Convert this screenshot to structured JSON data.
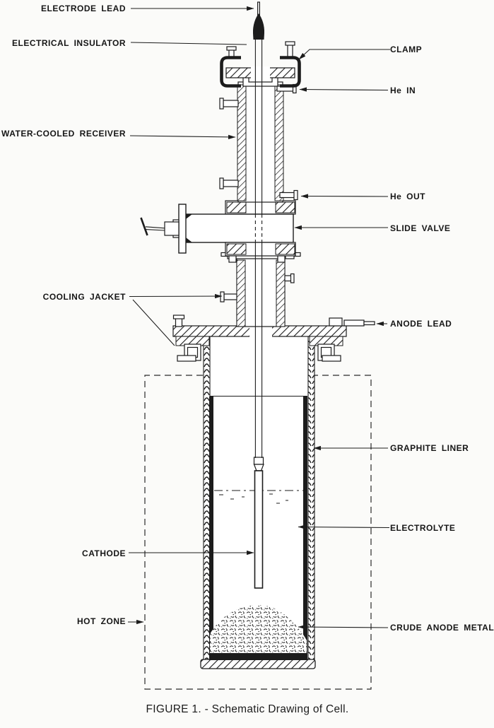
{
  "figure": {
    "caption": "FIGURE 1. - Schematic Drawing of Cell."
  },
  "labels": {
    "electrode_lead": "ELECTRODE LEAD",
    "electrical_insulator": "ELECTRICAL INSULATOR",
    "clamp": "CLAMP",
    "he_in": "He IN",
    "water_cooled_receiver": "WATER-COOLED RECEIVER",
    "he_out": "He OUT",
    "slide_valve": "SLIDE VALVE",
    "cooling_jacket": "COOLING JACKET",
    "anode_lead": "ANODE LEAD",
    "graphite_liner": "GRAPHITE LINER",
    "electrolyte": "ELECTROLYTE",
    "cathode": "CATHODE",
    "hot_zone": "HOT ZONE",
    "crude_anode_metal": "CRUDE ANODE METAL"
  },
  "colors": {
    "ink": "#1c1c1c",
    "paper": "#fbfbf9"
  }
}
